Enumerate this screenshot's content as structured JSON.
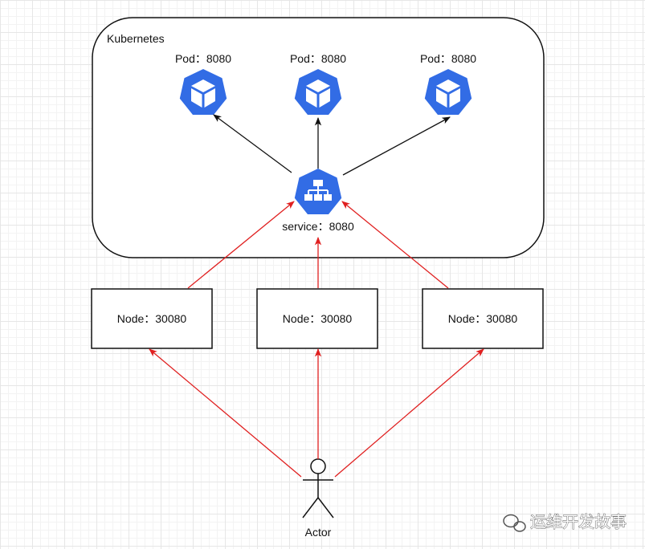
{
  "cluster": {
    "label": "Kubernetes"
  },
  "pods": [
    {
      "label": "Pod：8080"
    },
    {
      "label": "Pod：8080"
    },
    {
      "label": "Pod：8080"
    }
  ],
  "service": {
    "label": "service：8080"
  },
  "nodes": [
    {
      "label": "Node：30080"
    },
    {
      "label": "Node：30080"
    },
    {
      "label": "Node：30080"
    }
  ],
  "actor": {
    "label": "Actor"
  },
  "watermark": {
    "text": "运维开发故事"
  },
  "colors": {
    "k8s_blue": "#326ce5",
    "red_arrow": "#e02020",
    "black_arrow": "#111111"
  }
}
